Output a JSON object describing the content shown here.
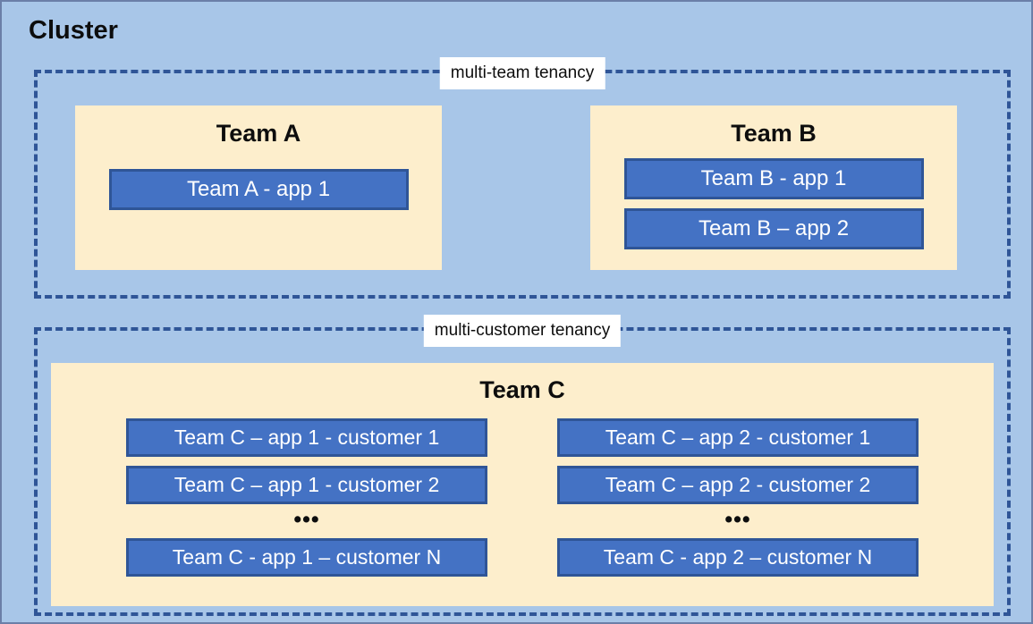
{
  "diagram": {
    "title": "Cluster",
    "background_color": "#a8c6e8",
    "accent_blue": "#4472c4",
    "accent_border": "#2f5597",
    "team_fill": "#fdeecc"
  },
  "groups": [
    {
      "id": "multi-team",
      "label": "multi-team tenancy",
      "teams": [
        {
          "id": "team-a",
          "title": "Team A",
          "apps": [
            "Team A - app 1"
          ]
        },
        {
          "id": "team-b",
          "title": "Team B",
          "apps": [
            "Team B - app 1",
            "Team B – app 2"
          ]
        }
      ]
    },
    {
      "id": "multi-customer",
      "label": "multi-customer tenancy",
      "teams": [
        {
          "id": "team-c",
          "title": "Team C",
          "columns": [
            {
              "id": "team-c-app-1",
              "items": [
                "Team C – app 1 - customer 1",
                "Team C – app 1 - customer 2"
              ],
              "ellipsis": "•••",
              "last": "Team C - app 1 – customer N"
            },
            {
              "id": "team-c-app-2",
              "items": [
                "Team C – app 2 - customer 1",
                "Team C – app 2 - customer 2"
              ],
              "ellipsis": "•••",
              "last": "Team C - app 2 – customer N"
            }
          ]
        }
      ]
    }
  ]
}
